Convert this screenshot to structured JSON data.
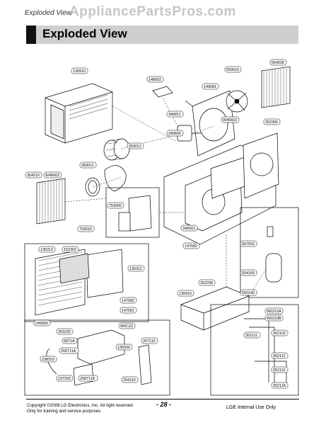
{
  "header": {
    "section_label": "Exploded View",
    "title": "Exploded View",
    "watermark": "AppliancePartsPros.com"
  },
  "parts": [
    {
      "id": "p130910",
      "label": "130910"
    },
    {
      "id": "p148002",
      "label": "148002"
    },
    {
      "id": "p149681",
      "label": "149681"
    },
    {
      "id": "p559010",
      "label": "559010"
    },
    {
      "id": "p554030",
      "label": "554030"
    },
    {
      "id": "p346811",
      "label": "346811"
    },
    {
      "id": "pW4660Z",
      "label": "W4660Z"
    },
    {
      "id": "p352390",
      "label": "352390"
    },
    {
      "id": "p349600",
      "label": "349600"
    },
    {
      "id": "p359012",
      "label": "359012"
    },
    {
      "id": "p359011",
      "label": "359011"
    },
    {
      "id": "p354210",
      "label": "354210"
    },
    {
      "id": "pW4660Z2",
      "label": "W4660Z"
    },
    {
      "id": "p753000",
      "label": "753000"
    },
    {
      "id": "p349001",
      "label": "349001"
    },
    {
      "id": "p753010",
      "label": "753010"
    },
    {
      "id": "p147582",
      "label": "147582"
    },
    {
      "id": "p567502",
      "label": "567502"
    },
    {
      "id": "p135313",
      "label": "135313"
    },
    {
      "id": "p152302",
      "label": "152302"
    },
    {
      "id": "p135312",
      "label": "135312"
    },
    {
      "id": "p554160",
      "label": "554160"
    },
    {
      "id": "p147582b",
      "label": "147582"
    },
    {
      "id": "p147581",
      "label": "147581"
    },
    {
      "id": "p352208",
      "label": "352208"
    },
    {
      "id": "p550140",
      "label": "550140"
    },
    {
      "id": "p130410",
      "label": "130410"
    },
    {
      "id": "p249950",
      "label": "249950"
    },
    {
      "id": "p263230",
      "label": "263230"
    },
    {
      "id": "p6871A",
      "label": "6871A"
    },
    {
      "id": "pW0CZZ",
      "label": "W0CZZ"
    },
    {
      "id": "p135500",
      "label": "135500"
    },
    {
      "id": "p268711A",
      "label": "268711A"
    },
    {
      "id": "p267110",
      "label": "267110"
    },
    {
      "id": "p238310",
      "label": "238310"
    },
    {
      "id": "p237200",
      "label": "237200"
    },
    {
      "id": "p268711B",
      "label": "268711B"
    },
    {
      "id": "p264110",
      "label": "264110"
    },
    {
      "id": "pW0210A",
      "label": "W0210A"
    },
    {
      "id": "pW0210B",
      "label": "W0210B"
    },
    {
      "id": "p352111",
      "label": "352111"
    },
    {
      "id": "p352102",
      "label": "352102"
    },
    {
      "id": "p352112",
      "label": "352112"
    },
    {
      "id": "p352110",
      "label": "352110"
    },
    {
      "id": "p35211A",
      "label": "35211A"
    }
  ],
  "footer": {
    "copyright_line1": "Copyright ©2008 LG Electronics. Inc. All right reserved.",
    "copyright_line2": "Only for training and service purposes",
    "page_number": "- 28 -",
    "internal_use": "LGE Internal Use Only"
  }
}
